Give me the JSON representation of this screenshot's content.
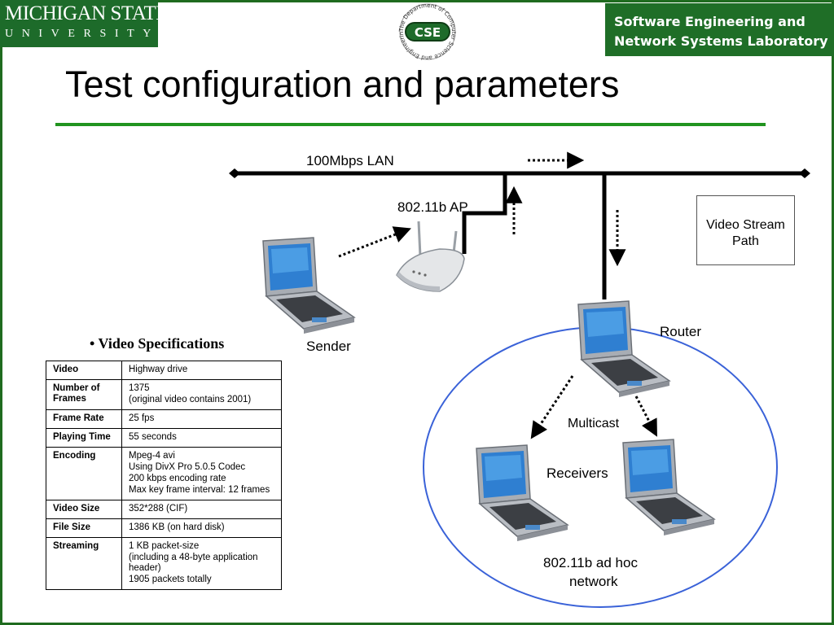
{
  "header": {
    "msu_line1": "MICHIGAN STATE",
    "msu_line2": "UNIVERSITY",
    "cse_badge": "CSE",
    "cse_ring_text": "The Department of Computer Science and Engineering",
    "lab_line1": "Software Engineering and",
    "lab_line2": "Network Systems Laboratory"
  },
  "slide": {
    "title": "Test configuration and parameters"
  },
  "diagram": {
    "lan_label": "100Mbps LAN",
    "ap_label": "802.11b AP",
    "sender_label": "Sender",
    "router_label": "Router",
    "multicast_label": "Multicast",
    "receivers_label": "Receivers",
    "adhoc_label_line1": "802.11b ad hoc",
    "adhoc_label_line2": "network",
    "legend_line1": "Video Stream",
    "legend_line2": "Path"
  },
  "specs": {
    "heading": "Video Specifications",
    "rows": [
      {
        "key": "Video",
        "lines": [
          "Highway drive"
        ]
      },
      {
        "key": "Number of Frames",
        "lines": [
          "1375",
          "(original video contains 2001)"
        ]
      },
      {
        "key": "Frame Rate",
        "lines": [
          "25 fps"
        ]
      },
      {
        "key": "Playing Time",
        "lines": [
          "55 seconds"
        ]
      },
      {
        "key": "Encoding",
        "lines": [
          "Mpeg-4 avi",
          "Using DivX Pro 5.0.5 Codec",
          "200 kbps encoding rate",
          "Max key frame interval: 12 frames"
        ]
      },
      {
        "key": "Video Size",
        "lines": [
          "352*288 (CIF)"
        ]
      },
      {
        "key": "File Size",
        "lines": [
          "1386 KB (on hard disk)"
        ]
      },
      {
        "key": "Streaming",
        "lines": [
          "1 KB packet-size",
          "(including a 48-byte application header)",
          "1905 packets totally"
        ]
      }
    ]
  },
  "colors": {
    "msu_green": "#1d6b2a",
    "title_rule": "#21941f",
    "adhoc_circle": "#3a62d8"
  }
}
